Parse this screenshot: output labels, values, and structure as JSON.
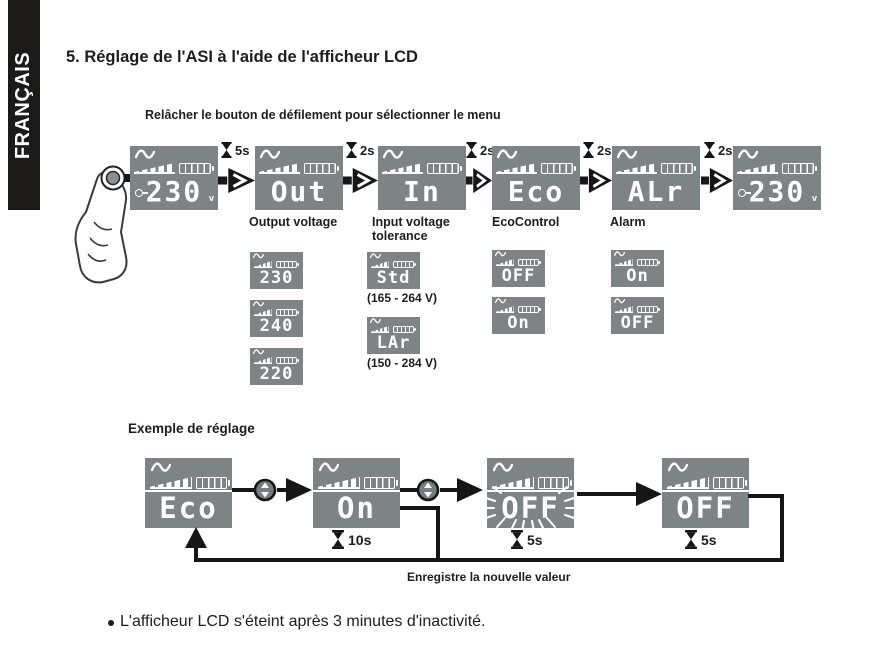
{
  "page": {
    "language_tab": "FRANÇAIS",
    "section_title": "5. Réglage de l'ASI à l'aide de l'afficheur LCD",
    "instruction": "Relâcher le bouton de défilement pour sélectionner le menu",
    "footer_note": "L'afficheur LCD s'éteint après 3 minutes d'inactivité."
  },
  "colors": {
    "lcd_background": "#7e8386",
    "ink": "#1d1d1b"
  },
  "menu_flow": {
    "voltage_unit": "v",
    "screens": [
      {
        "value": "230",
        "delay_after": "5s"
      },
      {
        "value": "Out",
        "label": "Output voltage",
        "delay_after": "2s"
      },
      {
        "value": "In",
        "label_line1": "Input voltage",
        "label_line2": "tolerance",
        "delay_after": "2s"
      },
      {
        "value": "Eco",
        "label": "EcoControl",
        "delay_after": "2s"
      },
      {
        "value": "ALr",
        "label": "Alarm",
        "delay_after": "2s"
      },
      {
        "value": "230"
      }
    ]
  },
  "submenus": {
    "output_voltage": [
      "230",
      "240",
      "220"
    ],
    "input_tolerance": [
      {
        "value": "Std",
        "range": "(165 - 264 V)"
      },
      {
        "value": "LAr",
        "range": "(150 - 284 V)"
      }
    ],
    "ecocontrol": [
      "OFF",
      "On"
    ],
    "alarm": [
      "On",
      "OFF"
    ]
  },
  "example": {
    "title": "Exemple de réglage",
    "steps": [
      {
        "value": "Eco"
      },
      {
        "value": "On",
        "delay": "10s"
      },
      {
        "value": "OFF",
        "delay": "5s"
      },
      {
        "value": "OFF",
        "delay": "5s"
      }
    ],
    "save_label": "Enregistre la nouvelle valeur"
  }
}
